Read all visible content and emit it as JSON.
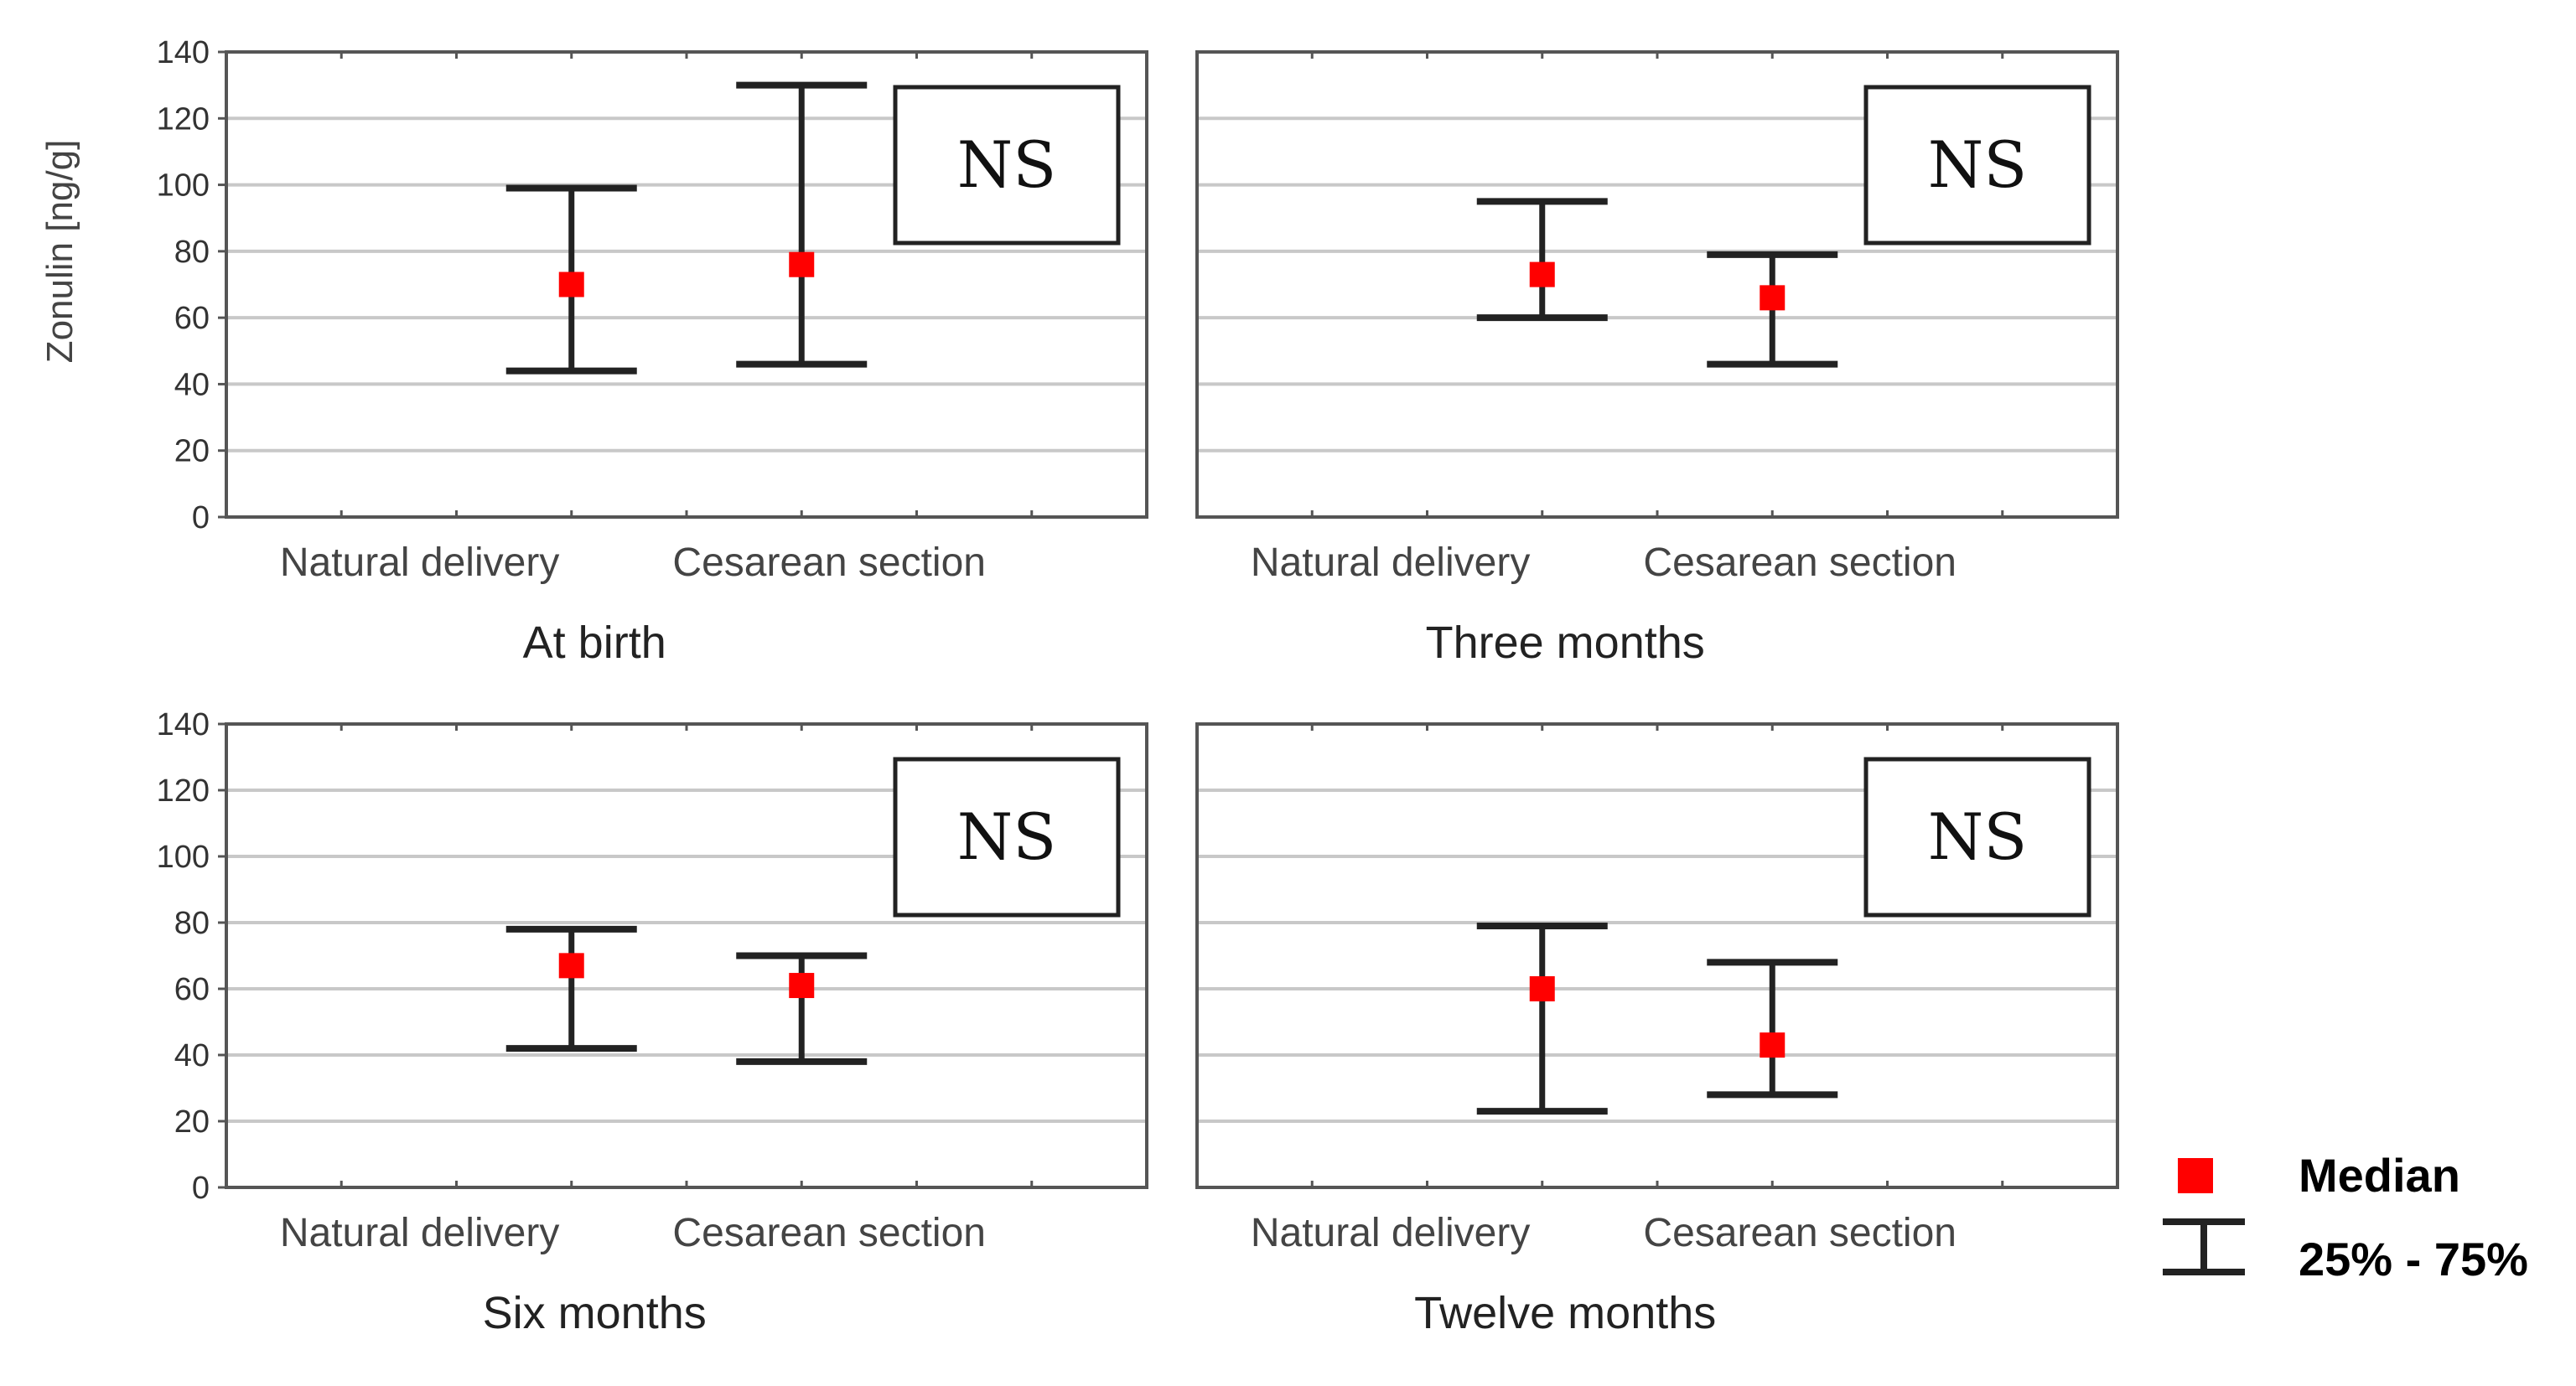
{
  "chart_data": {
    "type": "errorbar",
    "shared_ylabel": "Zonulin [ng/g]",
    "ylim": [
      0,
      140
    ],
    "yticks": [
      "0",
      "20",
      "40",
      "60",
      "80",
      "100",
      "120",
      "140"
    ],
    "grid": true,
    "categories": [
      "Natural delivery",
      "Cesarean section"
    ],
    "panels": [
      {
        "title": "At birth",
        "annotation": "NS",
        "median": [
          70,
          76
        ],
        "q25": [
          44,
          46
        ],
        "q75": [
          99,
          130
        ]
      },
      {
        "title": "Three months",
        "annotation": "NS",
        "median": [
          73,
          66
        ],
        "q25": [
          60,
          46
        ],
        "q75": [
          95,
          79
        ]
      },
      {
        "title": "Six months",
        "annotation": "NS",
        "median": [
          67,
          61
        ],
        "q25": [
          42,
          38
        ],
        "q75": [
          78,
          70
        ]
      },
      {
        "title": "Twelve months",
        "annotation": "NS",
        "median": [
          60,
          43
        ],
        "q25": [
          23,
          28
        ],
        "q75": [
          79,
          68
        ]
      }
    ],
    "legend": {
      "position": "bottom-right",
      "median_label": "Median",
      "range_label": "25% - 75%"
    },
    "colors": {
      "median": "#ff0000",
      "whisker": "#222222",
      "grid": "#c8c8c8",
      "frame": "#555555"
    }
  }
}
